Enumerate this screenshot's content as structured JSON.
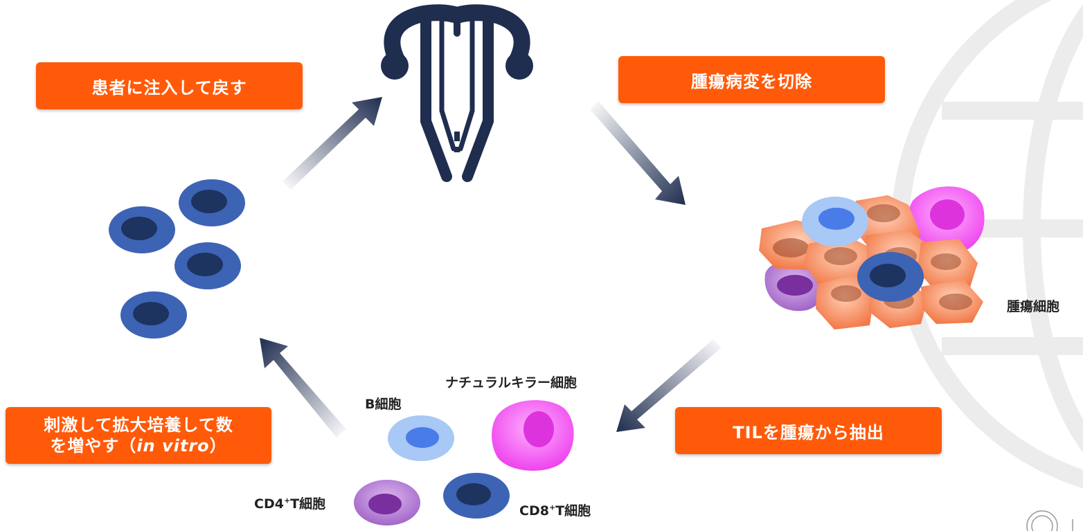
{
  "steps": {
    "inject": "患者に注入して戻す",
    "resect": "腫瘍病変を切除",
    "extract": "TILを腫瘍から抽出",
    "expand_line1": "刺激して拡大培養して数",
    "expand_line2_prefix": "を増やす（",
    "expand_line2_italic": "in vitro",
    "expand_line2_suffix": "）"
  },
  "labels": {
    "tumor_cells": "腫瘍細胞",
    "nk_cell": "ナチュラルキラー細胞",
    "b_cell": "B細胞",
    "cd4_prefix": "CD4",
    "cd4_suffix": "T細胞",
    "cd8_prefix": "CD8",
    "cd8_suffix": "T細胞",
    "plus": "+"
  },
  "icons": [
    "uterus-icon",
    "tumor-cluster-icon",
    "lymphocyte-icon",
    "globe-watermark-icon",
    "logo-icon"
  ],
  "colors": {
    "box": "#ff5a0a",
    "arrow": "#1f2d4f",
    "t_cell": "#3d63b5",
    "t_cell_nucleus": "#1d3360",
    "b_cell": "#a8c8f5",
    "b_cell_nucleus": "#4a7ce8",
    "nk_cell": "#f05cf0",
    "cd4_cell": "#b27ad0",
    "tumor_cell": "#f48a60"
  }
}
